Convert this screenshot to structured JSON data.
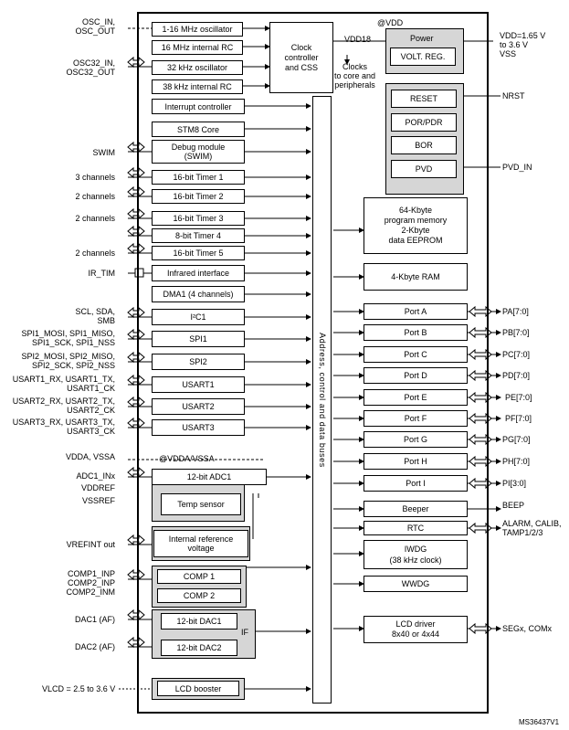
{
  "left_labels": {
    "osc": "OSC_IN,\nOSC_OUT",
    "osc32": "OSC32_IN,\nOSC32_OUT",
    "swim": "SWIM",
    "t1": "3 channels",
    "t2": "2 channels",
    "t3": "2 channels",
    "t5": "2 channels",
    "ir": "IR_TIM",
    "i2c": "SCL, SDA,\nSMB",
    "spi1": "SPI1_MOSI, SPI1_MISO,\nSPI1_SCK, SPI1_NSS",
    "spi2": "SPI2_MOSI, SPI2_MISO,\nSPI2_SCK, SPI2_NSS",
    "usart1": "USART1_RX, USART1_TX,\nUSART1_CK",
    "usart2": "USART2_RX, USART2_TX,\nUSART2_CK",
    "usart3": "USART3_RX, USART3_TX,\nUSART3_CK",
    "vdda": "VDDA, VSSA",
    "adc": "ADC1_INx",
    "vddref": "VDDREF",
    "vssref": "VSSREF",
    "vrefint": "VREFINT out",
    "comp": "COMP1_INP\nCOMP2_INP\nCOMP2_INM",
    "dac1": "DAC1 (AF)",
    "dac2": "DAC2 (AF)",
    "vlcd": "VLCD = 2.5 to 3.6 V"
  },
  "left_blocks": {
    "osc_1_16": "1-16 MHz oscillator",
    "rc_16": "16 MHz internal RC",
    "osc_32k": "32 kHz oscillator",
    "rc_38k": "38 kHz internal RC",
    "interrupt": "Interrupt controller",
    "core": "STM8 Core",
    "debug": "Debug module\n(SWIM)",
    "timer1": "16-bit Timer 1",
    "timer2": "16-bit Timer 2",
    "timer3": "16-bit Timer 3",
    "timer4": "8-bit Timer 4",
    "timer5": "16-bit Timer 5",
    "ir": "Infrared interface",
    "dma": "DMA1 (4 channels)",
    "i2c": "I²C1",
    "spi1": "SPI1",
    "spi2": "SPI2",
    "usart1": "USART1",
    "usart2": "USART2",
    "usart3": "USART3",
    "adc": "12-bit ADC1",
    "temp": "Temp sensor",
    "vref": "Internal reference\nvoltage",
    "comp1": "COMP 1",
    "comp2": "COMP 2",
    "dac1": "12-bit DAC1",
    "dac2": "12-bit DAC2",
    "if": "IF",
    "lcd_booster": "LCD booster"
  },
  "clock": {
    "block": "Clock\ncontroller\nand CSS",
    "out": "Clocks\nto core and\nperipherals",
    "vdd18": "VDD18",
    "atvdd": "@VDD",
    "atvdda": "@VDDA/VSSA"
  },
  "power": {
    "title": "Power",
    "reg": "VOLT. REG.",
    "supply": "VDD=1.65 V\nto 3.6 V\nVSS",
    "reset": "RESET",
    "por": "POR/PDR",
    "bor": "BOR",
    "pvd": "PVD",
    "nrst": "NRST",
    "pvd_in": "PVD_IN"
  },
  "memory": {
    "flash": "64-Kbyte\nprogram memory\n2-Kbyte\ndata EEPROM",
    "ram": "4-Kbyte RAM"
  },
  "bus_label": "Address, control and data buses",
  "ports": [
    {
      "name": "Port A",
      "pins": "PA[7:0]"
    },
    {
      "name": "Port B",
      "pins": "PB[7:0]"
    },
    {
      "name": "Port C",
      "pins": "PC[7:0]"
    },
    {
      "name": "Port D",
      "pins": "PD[7:0]"
    },
    {
      "name": "Port E",
      "pins": "PE[7:0]"
    },
    {
      "name": "Port F",
      "pins": "PF[7:0]"
    },
    {
      "name": "Port G",
      "pins": "PG[7:0]"
    },
    {
      "name": "Port H",
      "pins": "PH[7:0]"
    },
    {
      "name": "Port I",
      "pins": "PI[3:0]"
    }
  ],
  "right_blocks": {
    "beeper": "Beeper",
    "beep": "BEEP",
    "rtc": "RTC",
    "rtc_pins": "ALARM, CALIB,\nTAMP1/2/3",
    "iwdg": "IWDG\n(38 kHz clock)",
    "wwdg": "WWDG",
    "lcd": "LCD driver\n8x40 or 4x44",
    "lcd_pins": "SEGx, COMx"
  },
  "figure_id": "MS36437V1"
}
